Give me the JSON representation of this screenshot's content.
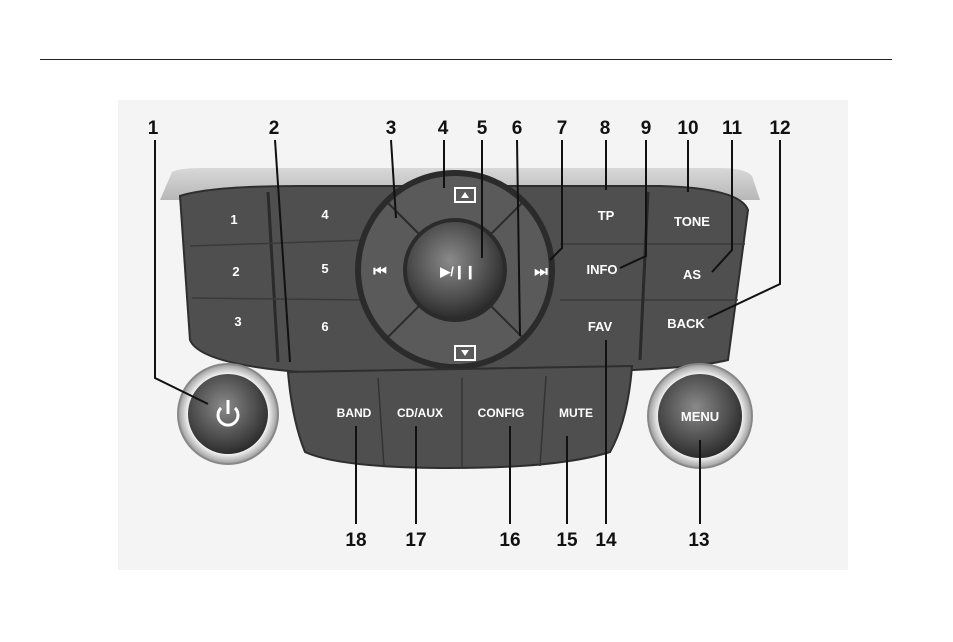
{
  "panel": {
    "presets": [
      "1",
      "2",
      "3",
      "4",
      "5",
      "6"
    ],
    "right_buttons": [
      "TP",
      "INFO",
      "FAV"
    ],
    "far_right_buttons": [
      "TONE",
      "AS",
      "BACK"
    ],
    "bottom_buttons": [
      "BAND",
      "CD/AUX",
      "CONFIG",
      "MUTE"
    ],
    "menu_knob": "MENU",
    "center_play": "▶/❙❙",
    "prev_symbol": "⏮",
    "next_symbol": "⏭"
  },
  "callouts": [
    "1",
    "2",
    "3",
    "4",
    "5",
    "6",
    "7",
    "8",
    "9",
    "10",
    "11",
    "12",
    "13",
    "14",
    "15",
    "16",
    "17",
    "18"
  ]
}
